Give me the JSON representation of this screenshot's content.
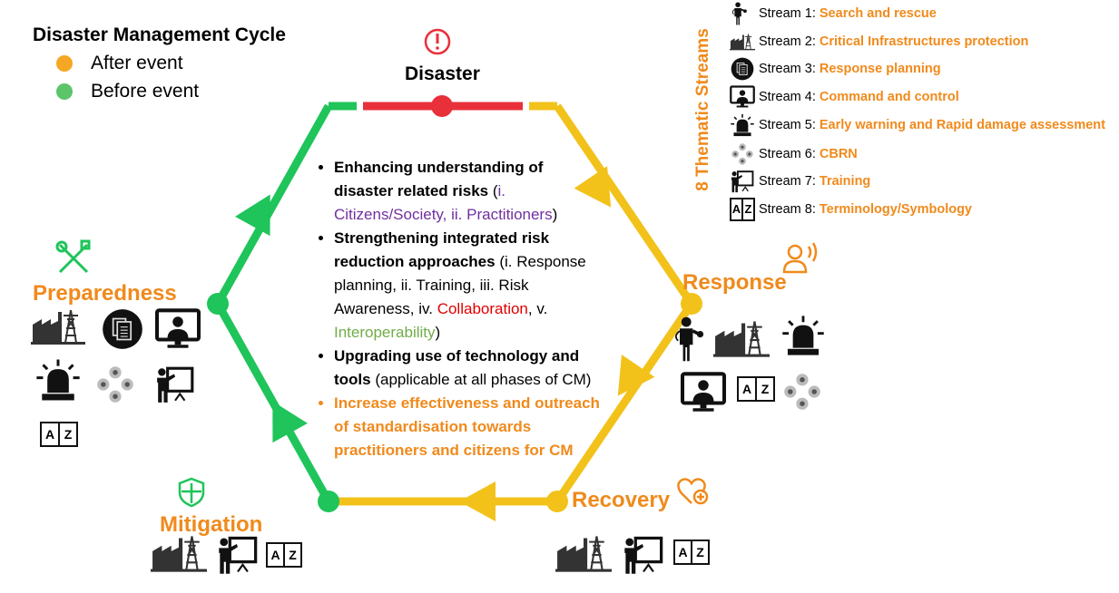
{
  "legend": {
    "title": "Disaster Management Cycle",
    "items": [
      {
        "label": "After event",
        "color": "#f5a623"
      },
      {
        "label": "Before event",
        "color": "#5cc56a"
      }
    ]
  },
  "phases": {
    "disaster": "Disaster",
    "preparedness": "Preparedness",
    "response": "Response",
    "recovery": "Recovery",
    "mitigation": "Mitigation"
  },
  "colors": {
    "red": "#e8303a",
    "yellow": "#f2c21b",
    "green": "#1fc45a",
    "orange": "#f08a1c"
  },
  "center": {
    "b1_bold": "Enhancing understanding of disaster related risks",
    "b1_open": " (",
    "b1_purple": "i. Citizens/Society, ii. Practitioners",
    "b1_close": ")",
    "b2_bold": "Strengthening integrated risk reduction approaches",
    "b2_plain": " (i. Response planning, ii. Training, iii. Risk Awareness, iv. ",
    "b2_red": "Collaboration",
    "b2_sep": ", v. ",
    "b2_green": "Interoperability",
    "b2_close": ")",
    "b3_bold": "Upgrading use of technology and tools",
    "b3_plain": " (applicable at all phases of CM)",
    "b4": "Increase effectiveness and outreach of standardisation towards practitioners and citizens for CM"
  },
  "streams": {
    "title": "8 Thematic Streams",
    "items": [
      {
        "prefix": "Stream 1: ",
        "name": "Search and rescue",
        "icon": "rescuer-icon"
      },
      {
        "prefix": "Stream 2: ",
        "name": "Critical Infrastructures protection",
        "icon": "factory-icon"
      },
      {
        "prefix": "Stream 3: ",
        "name": "Response planning",
        "icon": "documents-icon"
      },
      {
        "prefix": "Stream 4: ",
        "name": "Command and control",
        "icon": "monitor-operator-icon"
      },
      {
        "prefix": "Stream 5: ",
        "name": "Early warning and Rapid damage assessment",
        "icon": "alarm-light-icon"
      },
      {
        "prefix": "Stream 6: ",
        "name": "CBRN",
        "icon": "cbrn-icon"
      },
      {
        "prefix": "Stream 7: ",
        "name": "Training",
        "icon": "training-icon"
      },
      {
        "prefix": "Stream 8: ",
        "name": "Terminology/Symbology",
        "icon": "az-book-icon"
      }
    ]
  },
  "az": {
    "a": "A",
    "z": "Z"
  }
}
